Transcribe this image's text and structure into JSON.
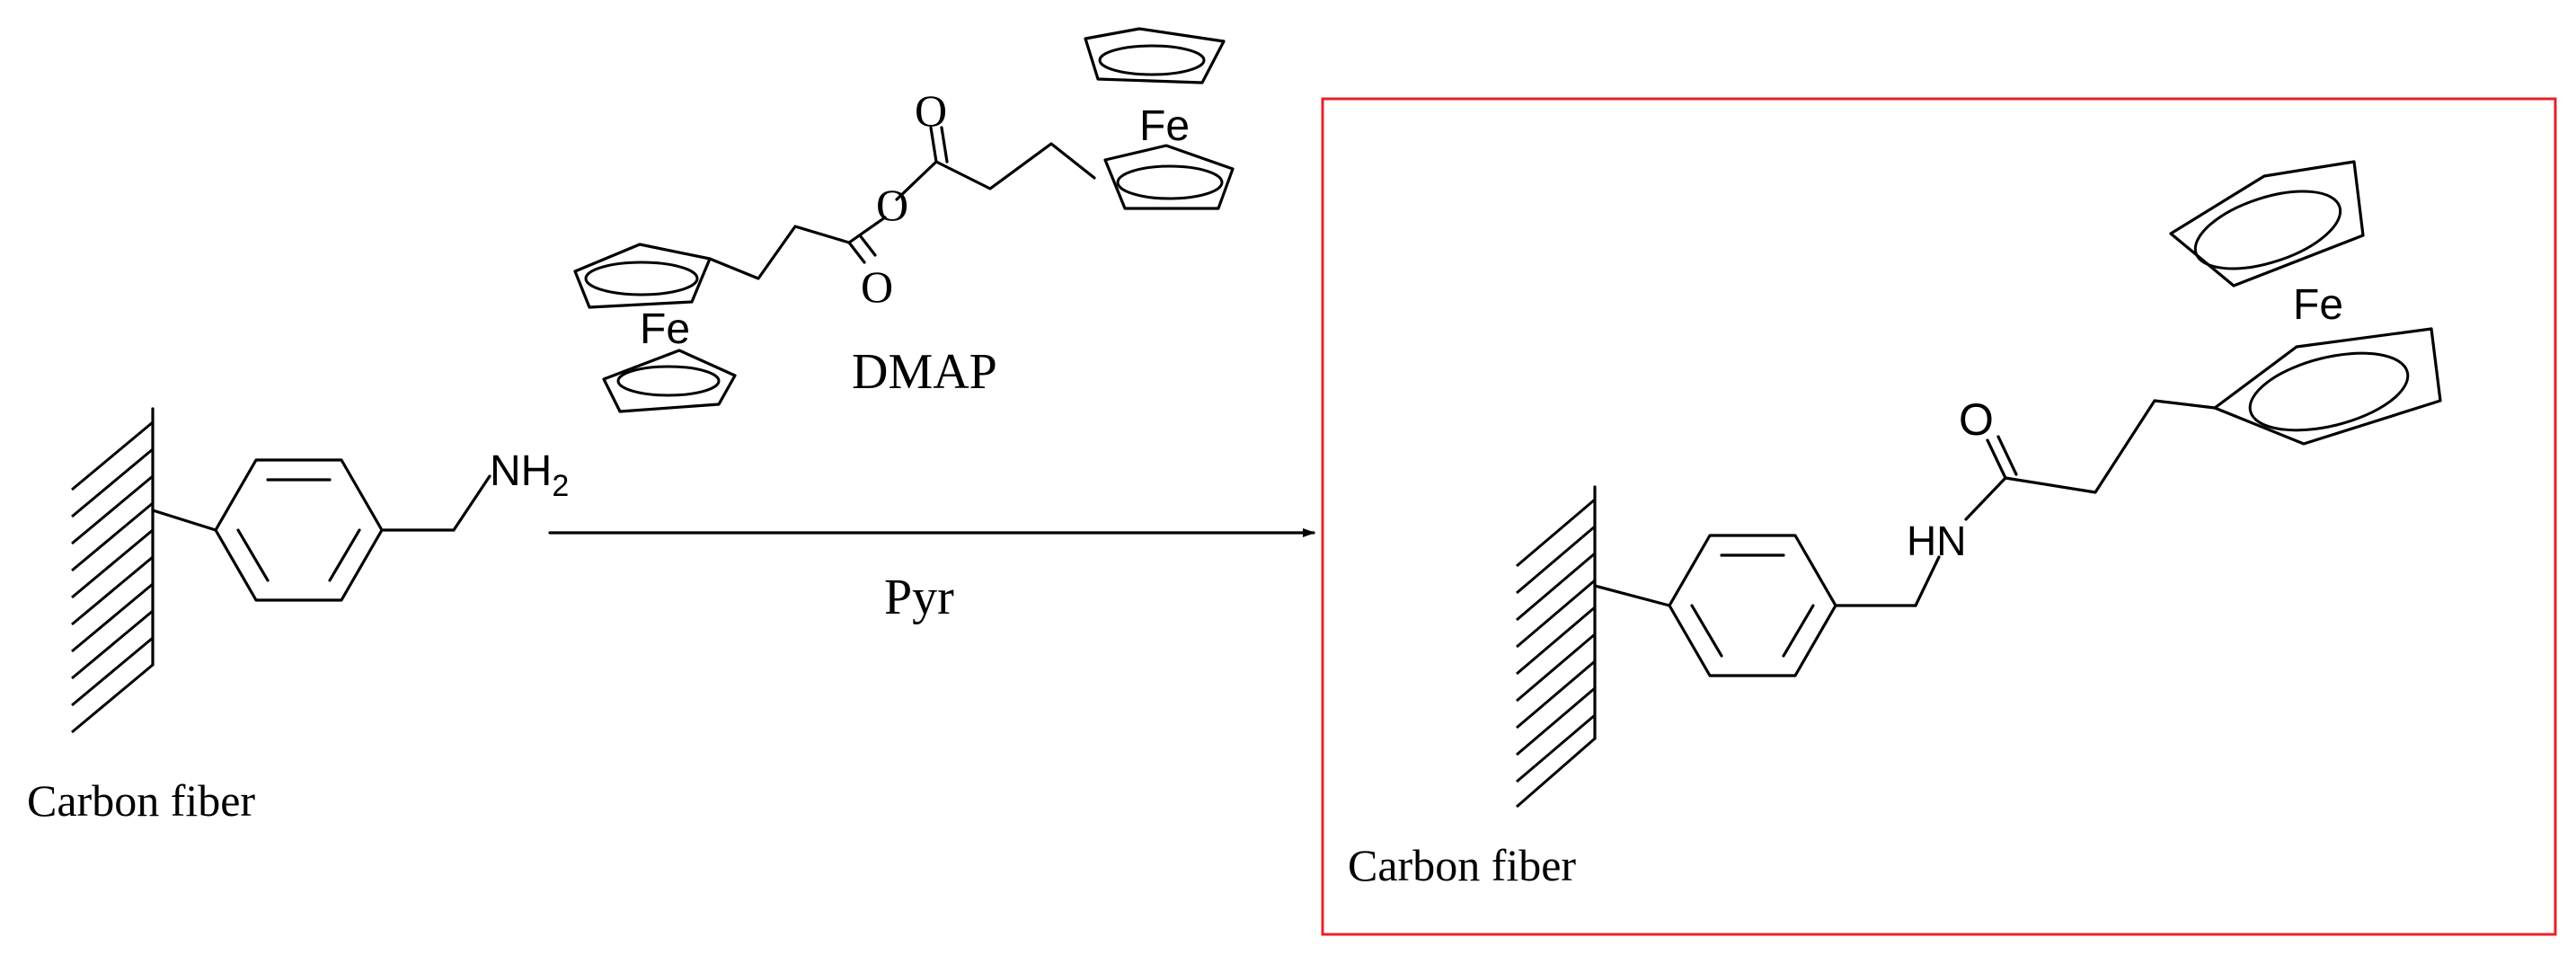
{
  "reactant": {
    "support_label": "Carbon fiber",
    "amine_label": "NH",
    "amine_subscript": "2"
  },
  "reagents": {
    "anhydride": {
      "carbonyl_o_top": "O",
      "bridge_o": "O",
      "carbonyl_o_bottom": "O",
      "iron_top": "Fe",
      "iron_bottom": "Fe"
    },
    "catalyst": "DMAP",
    "solvent": "Pyr"
  },
  "product": {
    "support_label": "Carbon fiber",
    "amide_o": "O",
    "amide_nh": "HN",
    "iron": "Fe"
  },
  "colors": {
    "ink": "#000000",
    "product_box": "#e8202a"
  }
}
